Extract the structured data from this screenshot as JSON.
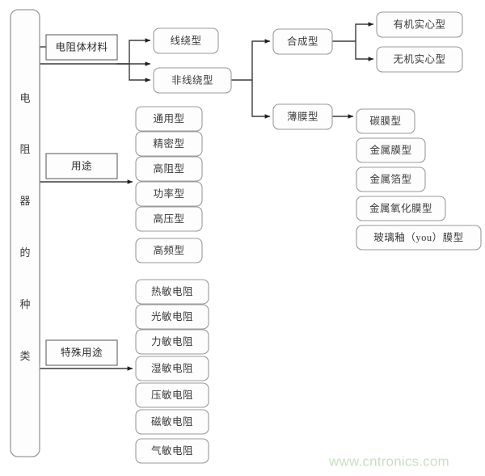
{
  "diagram": {
    "title": "电阻器的种类",
    "root": {
      "id": "root",
      "label": "电阻器的种类",
      "chars": [
        "电",
        "阻",
        "器",
        "的",
        "种",
        "类"
      ],
      "shape": "rounded-vertical"
    },
    "branches": [
      {
        "id": "material",
        "label": "电阻体材料",
        "shape": "rect",
        "children": [
          {
            "id": "wirewound",
            "label": "线绕型"
          },
          {
            "id": "non-wirewound",
            "label": "非线绕型"
          }
        ]
      },
      {
        "id": "usage",
        "label": "用途",
        "shape": "rect",
        "children": [
          {
            "id": "general",
            "label": "通用型"
          },
          {
            "id": "precision",
            "label": "精密型"
          },
          {
            "id": "high-resistance",
            "label": "高阻型"
          },
          {
            "id": "power",
            "label": "功率型"
          },
          {
            "id": "high-voltage",
            "label": "高压型"
          },
          {
            "id": "high-frequency",
            "label": "高频型"
          }
        ]
      },
      {
        "id": "special-usage",
        "label": "特殊用途",
        "shape": "rect",
        "children": [
          {
            "id": "thermistor",
            "label": "热敏电阻"
          },
          {
            "id": "photoresistor",
            "label": "光敏电阻"
          },
          {
            "id": "force-sensitive",
            "label": "力敏电阻"
          },
          {
            "id": "humidity-sensitive",
            "label": "湿敏电阻"
          },
          {
            "id": "voltage-sensitive",
            "label": "压敏电阻"
          },
          {
            "id": "magneto-sensitive",
            "label": "磁敏电阻"
          },
          {
            "id": "gas-sensitive",
            "label": "气敏电阻"
          }
        ]
      }
    ],
    "non_wirewound_children": [
      {
        "id": "synthetic",
        "label": "合成型",
        "children": [
          {
            "id": "organic-solid",
            "label": "有机实心型"
          },
          {
            "id": "inorganic-solid",
            "label": "无机实心型"
          }
        ]
      },
      {
        "id": "film",
        "label": "薄膜型",
        "children": [
          {
            "id": "carbon-film",
            "label": "碳膜型"
          },
          {
            "id": "metal-film",
            "label": "金属膜型"
          },
          {
            "id": "metal-foil",
            "label": "金属箔型"
          },
          {
            "id": "metal-oxide-film",
            "label": "金属氧化膜型"
          },
          {
            "id": "glass-glaze-film",
            "label": "玻璃釉（you）膜型"
          }
        ]
      }
    ]
  },
  "watermark": {
    "text": "www.cntronics.com",
    "color": "#c9e0bf"
  },
  "colors": {
    "background": "#ffffff",
    "box_fill": "#fdfdfd",
    "box_border": "#9a9a9a",
    "box_border_dark": "#6f6f6f",
    "connector": "#3c3c3c",
    "text": "#3a3a3a",
    "watermark": "#c9e0bf"
  }
}
